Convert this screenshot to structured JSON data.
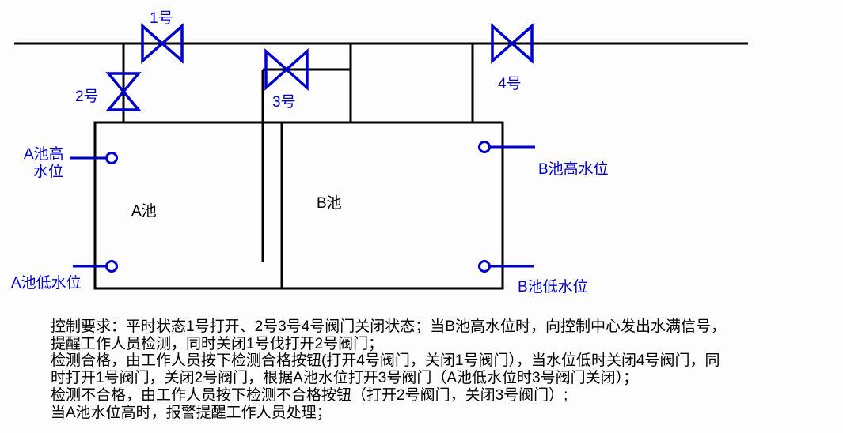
{
  "colors": {
    "background": "#fdfdfd",
    "pipe_black": "#000000",
    "valve_blue": "#0000cb",
    "text_black": "#000000"
  },
  "valves": [
    {
      "label": "1号"
    },
    {
      "label": "2号"
    },
    {
      "label": "3号"
    },
    {
      "label": "4号"
    }
  ],
  "tanks": {
    "a": "A池",
    "b": "B池"
  },
  "sensors": {
    "a_high_line1": "A池高",
    "a_high_line2": "水位",
    "a_low": "A池低水位",
    "b_high": "B池高水位",
    "b_low": "B池低水位"
  },
  "notes": [
    "控制要求：平时状态1号打开、2号3号4号阀门关闭状态；当B池高水位时，向控制中心发出水满信号，",
    "提醒工作人员检测，同时关闭1号伐打开2号阀门；",
    "检测合格，由工作人员按下检测合格按钮(打开4号阀门，关闭1号阀门），当水位低时关闭4号阀门，同",
    "时打开1号阀门，关闭2号阀门，根据A池水位打开3号阀门（A池低水位时3号阀门关闭）；",
    "检测不合格，由工作人员按下检测不合格按钮（打开2号阀门，关闭3号阀门）;",
    "当A池水位高时，报警提醒工作人员处理；"
  ]
}
